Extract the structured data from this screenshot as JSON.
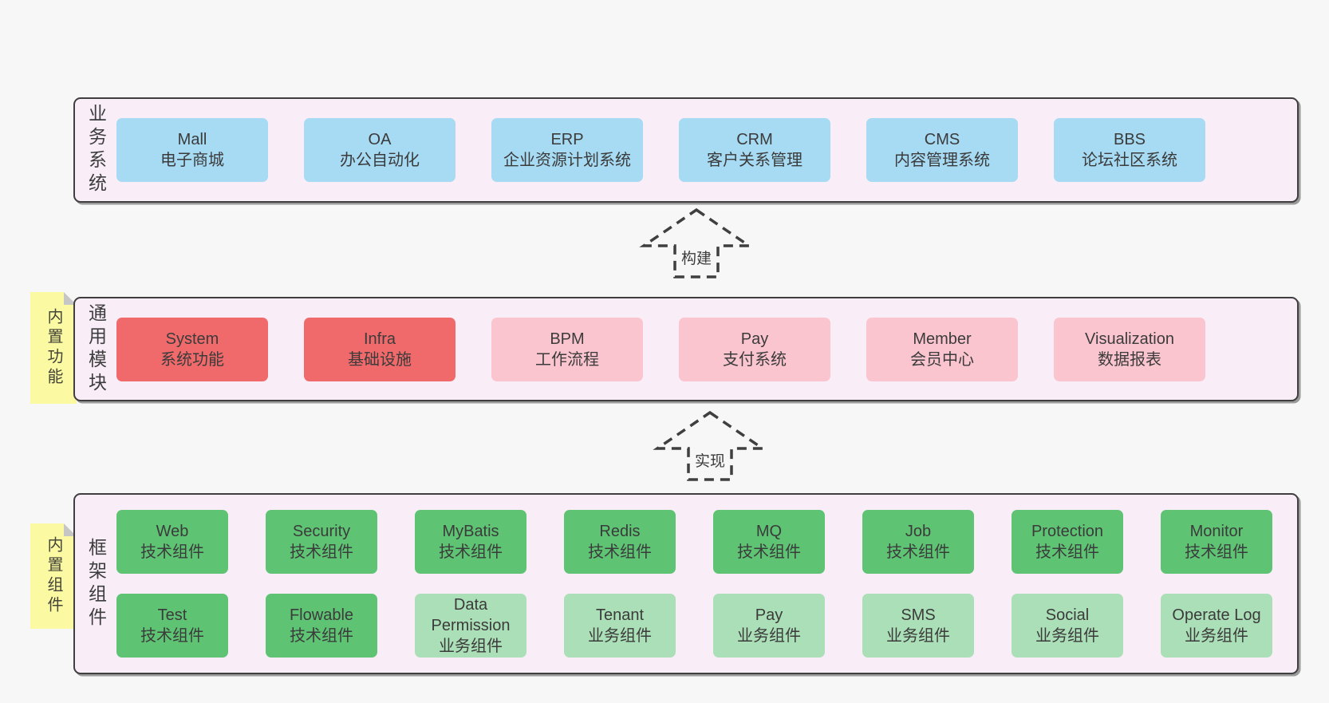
{
  "colors": {
    "page_bg": "#f7f7f7",
    "container_bg": "#f9eef8",
    "border": "#3f3f3f",
    "blue": "#a7daf3",
    "red": "#f16a6b",
    "pink": "#fbc5cf",
    "green": "#5ec474",
    "light_green": "#abdfb7",
    "note_yellow": "#fbf9a2"
  },
  "arrows": [
    {
      "label": "构建"
    },
    {
      "label": "实现"
    }
  ],
  "sections": {
    "business": {
      "label": "业务系统",
      "boxes": [
        {
          "title": "Mall",
          "subtitle": "电子商城",
          "variant": "blue"
        },
        {
          "title": "OA",
          "subtitle": "办公自动化",
          "variant": "blue"
        },
        {
          "title": "ERP",
          "subtitle": "企业资源计划系统",
          "variant": "blue"
        },
        {
          "title": "CRM",
          "subtitle": "客户关系管理",
          "variant": "blue"
        },
        {
          "title": "CMS",
          "subtitle": "内容管理系统",
          "variant": "blue"
        },
        {
          "title": "BBS",
          "subtitle": "论坛社区系统",
          "variant": "blue"
        }
      ]
    },
    "modules": {
      "label": "通用模块",
      "note": "内置功能",
      "boxes": [
        {
          "title": "System",
          "subtitle": "系统功能",
          "variant": "red"
        },
        {
          "title": "Infra",
          "subtitle": "基础设施",
          "variant": "red"
        },
        {
          "title": "BPM",
          "subtitle": "工作流程",
          "variant": "pink"
        },
        {
          "title": "Pay",
          "subtitle": "支付系统",
          "variant": "pink"
        },
        {
          "title": "Member",
          "subtitle": "会员中心",
          "variant": "pink"
        },
        {
          "title": "Visualization",
          "subtitle": "数据报表",
          "variant": "pink"
        }
      ]
    },
    "framework": {
      "label": "框架组件",
      "note": "内置组件",
      "rows": [
        [
          {
            "title": "Web",
            "subtitle": "技术组件",
            "variant": "green"
          },
          {
            "title": "Security",
            "subtitle": "技术组件",
            "variant": "green"
          },
          {
            "title": "MyBatis",
            "subtitle": "技术组件",
            "variant": "green"
          },
          {
            "title": "Redis",
            "subtitle": "技术组件",
            "variant": "green"
          },
          {
            "title": "MQ",
            "subtitle": "技术组件",
            "variant": "green"
          },
          {
            "title": "Job",
            "subtitle": "技术组件",
            "variant": "green"
          },
          {
            "title": "Protection",
            "subtitle": "技术组件",
            "variant": "green"
          },
          {
            "title": "Monitor",
            "subtitle": "技术组件",
            "variant": "green"
          }
        ],
        [
          {
            "title": "Test",
            "subtitle": "技术组件",
            "variant": "green"
          },
          {
            "title": "Flowable",
            "subtitle": "技术组件",
            "variant": "green"
          },
          {
            "title": "Data Permission",
            "subtitle": "业务组件",
            "variant": "lgreen"
          },
          {
            "title": "Tenant",
            "subtitle": "业务组件",
            "variant": "lgreen"
          },
          {
            "title": "Pay",
            "subtitle": "业务组件",
            "variant": "lgreen"
          },
          {
            "title": "SMS",
            "subtitle": "业务组件",
            "variant": "lgreen"
          },
          {
            "title": "Social",
            "subtitle": "业务组件",
            "variant": "lgreen"
          },
          {
            "title": "Operate Log",
            "subtitle": "业务组件",
            "variant": "lgreen"
          }
        ]
      ]
    }
  }
}
